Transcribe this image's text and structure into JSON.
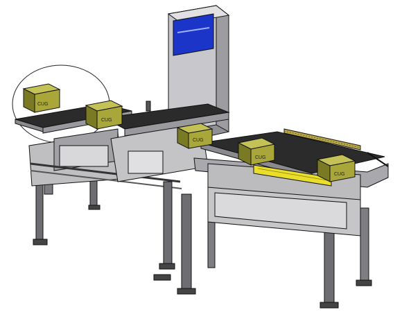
{
  "figure": {
    "subject": "checkweigher-conveyor-system",
    "colors": {
      "frame": "#8a8a8e",
      "frame_light": "#bfbfc2",
      "belt": "#2b2b2b",
      "belt_light": "#4a4a4a",
      "leg": "#6d6d72",
      "box": "#a9a63a",
      "box_side": "#7b7a24",
      "box_top": "#c4c157",
      "tower": "#c8c8cc",
      "tower_side": "#8f8f94",
      "screen": "#1b35c9",
      "yellow_bar": "#e9de2a",
      "outline": "#111111"
    },
    "boxes": [
      {
        "label": "CUG"
      },
      {
        "label": "CUG"
      },
      {
        "label": "CUG"
      },
      {
        "label": "CUG"
      },
      {
        "label": "CUG"
      }
    ]
  }
}
